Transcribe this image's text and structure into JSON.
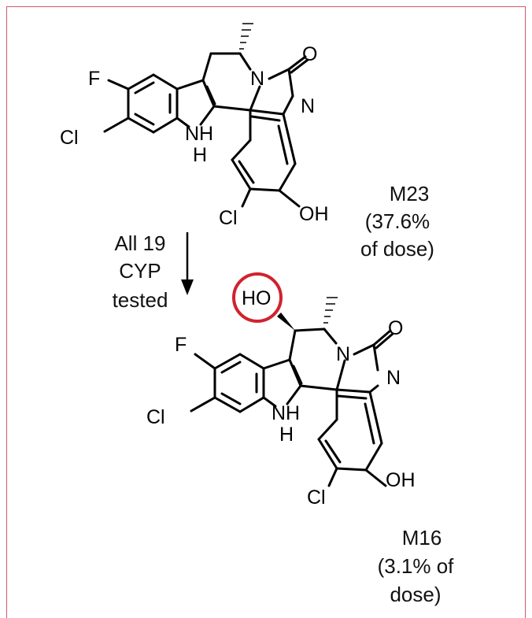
{
  "atoms": {
    "F": "F",
    "Cl": "Cl",
    "N": "N",
    "NH": "NH",
    "N_letter": "N",
    "H": "H",
    "O": "O",
    "OH": "OH",
    "HO": "HO"
  },
  "reaction": {
    "condition_lines": [
      "All 19",
      "CYP",
      "tested"
    ]
  },
  "compounds": [
    {
      "id": "M23",
      "caption_lines": [
        "M23",
        "(37.6%",
        "of dose)"
      ]
    },
    {
      "id": "M16",
      "caption_lines": [
        "M16",
        "(3.1% of",
        "dose)"
      ]
    }
  ],
  "colors": {
    "highlight_circle": "#d0232f",
    "frame": "#d05a6e"
  }
}
